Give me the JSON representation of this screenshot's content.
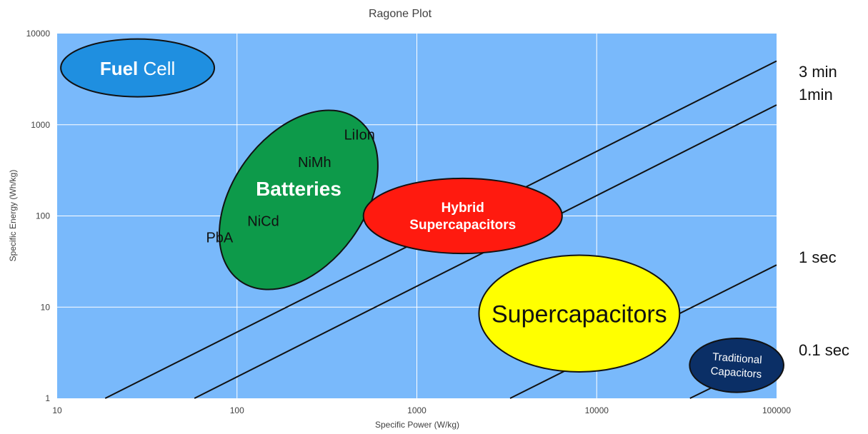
{
  "chart_data": {
    "type": "scatter",
    "title": "Ragone Plot",
    "xlabel": "Specific Power (W/kg)",
    "ylabel": "Specific Energy (Wh/kg)",
    "x_scale": "log",
    "y_scale": "log",
    "xlim": [
      10,
      100000
    ],
    "ylim": [
      1,
      10000
    ],
    "x_ticks": [
      "10",
      "100",
      "1000",
      "10000",
      "100000"
    ],
    "y_ticks": [
      "1",
      "10",
      "100",
      "1000",
      "10000"
    ],
    "grid": true,
    "plot_background": "#79b9fb",
    "regions": [
      {
        "label": "Fuel Cell",
        "label_parts": [
          {
            "text": "Fuel",
            "bold": true
          },
          {
            "text": " Cell",
            "bold": false
          }
        ],
        "color": "#1f8fe0",
        "center": [
          28,
          4200
        ],
        "x_range": [
          10.5,
          75
        ],
        "y_range": [
          2000,
          8600
        ]
      },
      {
        "label": "Batteries",
        "color": "#0d9a4a",
        "center": [
          220,
          150
        ],
        "x_range": [
          55,
          1000
        ],
        "y_range": [
          16,
          1700
        ],
        "sub_labels": [
          {
            "text": "LiIon",
            "x": 480,
            "y": 780
          },
          {
            "text": "NiMh",
            "x": 270,
            "y": 390
          },
          {
            "text": "NiCd",
            "x": 140,
            "y": 88
          },
          {
            "text": "PbA",
            "x": 80,
            "y": 58
          }
        ]
      },
      {
        "label": "Hybrid\nSupercapacitors",
        "label_lines": [
          "Hybrid",
          "Supercapacitors"
        ],
        "color": "#ff1a0f",
        "center": [
          1800,
          100
        ],
        "x_range": [
          550,
          7000
        ],
        "y_range": [
          36,
          240
        ]
      },
      {
        "label": "Supercapacitors",
        "label_color": "#111111",
        "color": "#ffff00",
        "center": [
          8000,
          8.5
        ],
        "x_range": [
          2300,
          30000
        ],
        "y_range": [
          2.1,
          40
        ]
      },
      {
        "label": "Traditional\nCapacitors",
        "label_lines": [
          "Traditional",
          "Capacitors"
        ],
        "color": "#0b2f66",
        "center": [
          60000,
          2.3
        ],
        "x_range": [
          33000,
          110000
        ],
        "y_range": [
          1.1,
          4.3
        ]
      }
    ],
    "time_lines": [
      {
        "label": "3 min",
        "x_start": 18.5,
        "y_start": 1,
        "x_end": 100000,
        "y_end": 5000
      },
      {
        "label": "1min",
        "x_start": 58,
        "y_start": 1,
        "x_end": 100000,
        "y_end": 1650
      },
      {
        "label": "1 sec",
        "x_start": 3300,
        "y_start": 1,
        "x_end": 100000,
        "y_end": 29
      },
      {
        "label": "0.1 sec",
        "x_start": 33000,
        "y_start": 1,
        "x_end": 100000,
        "y_end": 2.9
      }
    ]
  }
}
